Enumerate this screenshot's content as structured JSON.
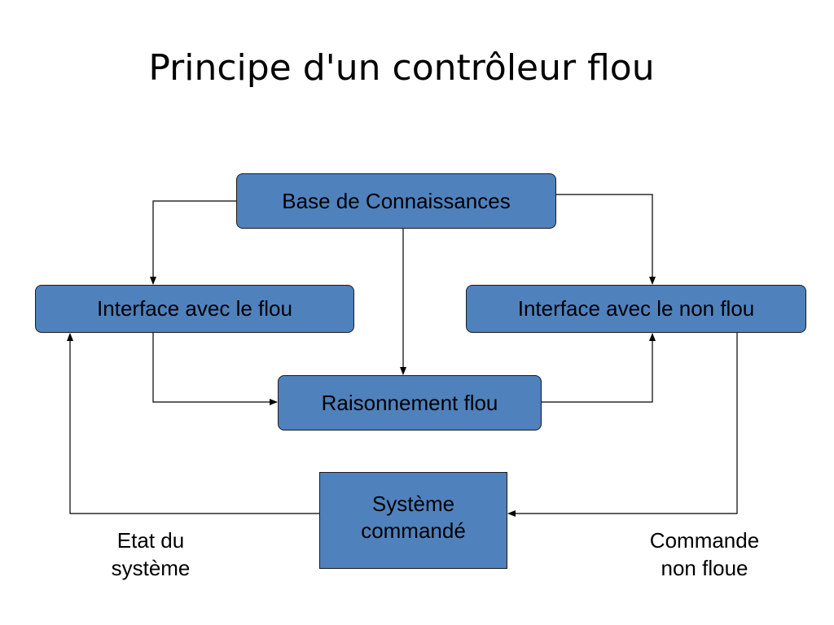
{
  "title": "Principe d'un contrôleur flou",
  "colors": {
    "box_fill": "#4f81bd",
    "box_border": "#1a1a1a",
    "line": "#000000",
    "background": "#ffffff"
  },
  "nodes": {
    "knowledge_base": "Base de Connaissances",
    "fuzzy_interface": "Interface avec le flou",
    "nonfuzzy_interface": "Interface avec le non flou",
    "reasoning": "Raisonnement flou",
    "system": {
      "line1": "Système",
      "line2": "commandé"
    }
  },
  "captions": {
    "state": {
      "line1": "Etat du",
      "line2": "système"
    },
    "command": {
      "line1": "Commande",
      "line2": "non floue"
    }
  },
  "edges": [
    {
      "from": "knowledge_base",
      "to": "fuzzy_interface"
    },
    {
      "from": "knowledge_base",
      "to": "nonfuzzy_interface"
    },
    {
      "from": "knowledge_base",
      "to": "reasoning"
    },
    {
      "from": "fuzzy_interface",
      "to": "reasoning"
    },
    {
      "from": "reasoning",
      "to": "nonfuzzy_interface"
    },
    {
      "from": "nonfuzzy_interface",
      "to": "system"
    },
    {
      "from": "system",
      "to": "fuzzy_interface"
    }
  ]
}
